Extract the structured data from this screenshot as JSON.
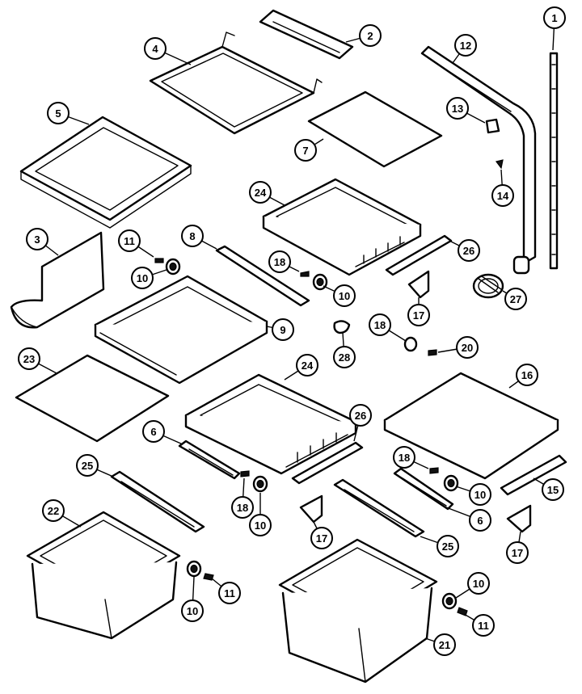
{
  "callouts": [
    {
      "id": "c1",
      "label": "1",
      "part": "part-1"
    },
    {
      "id": "c2",
      "label": "2",
      "part": "part-2"
    },
    {
      "id": "c3",
      "label": "3",
      "part": "part-3"
    },
    {
      "id": "c4",
      "label": "4",
      "part": "part-4"
    },
    {
      "id": "c5",
      "label": "5",
      "part": "part-5"
    },
    {
      "id": "c6a",
      "label": "6",
      "part": "part-6a"
    },
    {
      "id": "c6b",
      "label": "6",
      "part": "part-6b"
    },
    {
      "id": "c7",
      "label": "7",
      "part": "part-7"
    },
    {
      "id": "c8",
      "label": "8",
      "part": "part-8"
    },
    {
      "id": "c9",
      "label": "9",
      "part": "part-9"
    },
    {
      "id": "c10a",
      "label": "10",
      "part": "part-10a"
    },
    {
      "id": "c10b",
      "label": "10",
      "part": "part-10b"
    },
    {
      "id": "c10c",
      "label": "10",
      "part": "part-10c"
    },
    {
      "id": "c10d",
      "label": "10",
      "part": "part-10d"
    },
    {
      "id": "c10e",
      "label": "10",
      "part": "part-10e"
    },
    {
      "id": "c10f",
      "label": "10",
      "part": "part-10f"
    },
    {
      "id": "c11a",
      "label": "11",
      "part": "part-11a"
    },
    {
      "id": "c11b",
      "label": "11",
      "part": "part-11b"
    },
    {
      "id": "c11c",
      "label": "11",
      "part": "part-11c"
    },
    {
      "id": "c12",
      "label": "12",
      "part": "part-12"
    },
    {
      "id": "c13",
      "label": "13",
      "part": "part-13"
    },
    {
      "id": "c14",
      "label": "14",
      "part": "part-14"
    },
    {
      "id": "c15",
      "label": "15",
      "part": "part-15"
    },
    {
      "id": "c16",
      "label": "16",
      "part": "part-16"
    },
    {
      "id": "c17a",
      "label": "17",
      "part": "part-17a"
    },
    {
      "id": "c17b",
      "label": "17",
      "part": "part-17b"
    },
    {
      "id": "c17c",
      "label": "17",
      "part": "part-17c"
    },
    {
      "id": "c18a",
      "label": "18",
      "part": "part-18a"
    },
    {
      "id": "c18b",
      "label": "18",
      "part": "part-18b"
    },
    {
      "id": "c18c",
      "label": "18",
      "part": "part-18c"
    },
    {
      "id": "c18d",
      "label": "18",
      "part": "part-18d"
    },
    {
      "id": "c20",
      "label": "20",
      "part": "part-20"
    },
    {
      "id": "c21",
      "label": "21",
      "part": "part-21"
    },
    {
      "id": "c22",
      "label": "22",
      "part": "part-22"
    },
    {
      "id": "c23",
      "label": "23",
      "part": "part-23"
    },
    {
      "id": "c24a",
      "label": "24",
      "part": "part-24a"
    },
    {
      "id": "c24b",
      "label": "24",
      "part": "part-24b"
    },
    {
      "id": "c25a",
      "label": "25",
      "part": "part-25a"
    },
    {
      "id": "c25b",
      "label": "25",
      "part": "part-25b"
    },
    {
      "id": "c26a",
      "label": "26",
      "part": "part-26a"
    },
    {
      "id": "c26b",
      "label": "26",
      "part": "part-26b"
    },
    {
      "id": "c27",
      "label": "27",
      "part": "part-27"
    },
    {
      "id": "c28",
      "label": "28",
      "part": "part-28"
    }
  ]
}
